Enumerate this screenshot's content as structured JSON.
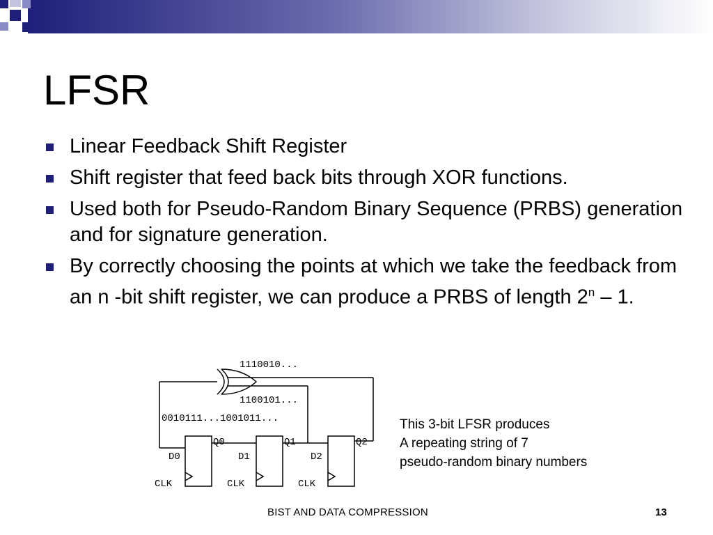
{
  "title": "LFSR",
  "bullets": [
    {
      "text": "Linear Feedback Shift Register"
    },
    {
      "text": "Shift register that feed back bits through XOR functions."
    },
    {
      "text": "Used both for Pseudo-Random Binary Sequence (PRBS) generation and for signature generation."
    },
    {
      "text": "By correctly choosing the points at which we take the feedback from an n -bit shift register, we can produce a PRBS of length 2",
      "superscript": "n",
      "suffix": " – 1."
    }
  ],
  "diagram": {
    "seq_top": "1110010...",
    "seq_mid": "1100101...",
    "seq_left": "0010111...1001011...",
    "outputs": [
      "Q0",
      "Q1",
      "Q2"
    ],
    "inputs": [
      "D0",
      "D1",
      "D2"
    ],
    "clock": "CLK"
  },
  "description": [
    "This 3-bit LFSR produces",
    "A repeating string of 7",
    "pseudo-random binary numbers"
  ],
  "footer": {
    "text": "BIST AND DATA COMPRESSION",
    "page": "13"
  },
  "colors": {
    "accent": "#1f1f7a",
    "accent_light": "#8a8ac4"
  }
}
